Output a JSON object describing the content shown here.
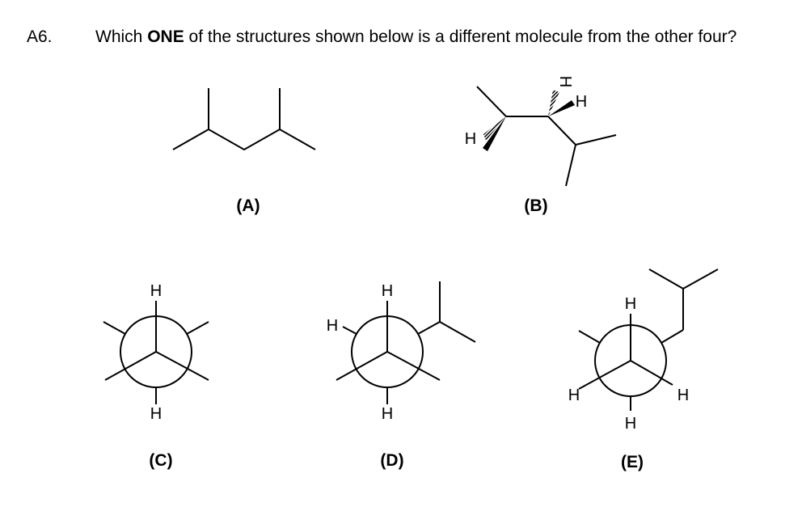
{
  "question": {
    "number": "A6.",
    "text_before": "Which ",
    "text_bold": "ONE",
    "text_after": " of the structures shown below is a different molecule from the other four?"
  },
  "structures": {
    "A": {
      "label": "(A)"
    },
    "B": {
      "label": "(B)",
      "atoms": [
        "H",
        "H",
        "H"
      ]
    },
    "C": {
      "label": "(C)",
      "atoms": [
        "H",
        "H"
      ]
    },
    "D": {
      "label": "(D)",
      "atoms": [
        "H",
        "H",
        "H"
      ]
    },
    "E": {
      "label": "(E)",
      "atoms": [
        "H",
        "H",
        "H",
        "H"
      ]
    }
  }
}
